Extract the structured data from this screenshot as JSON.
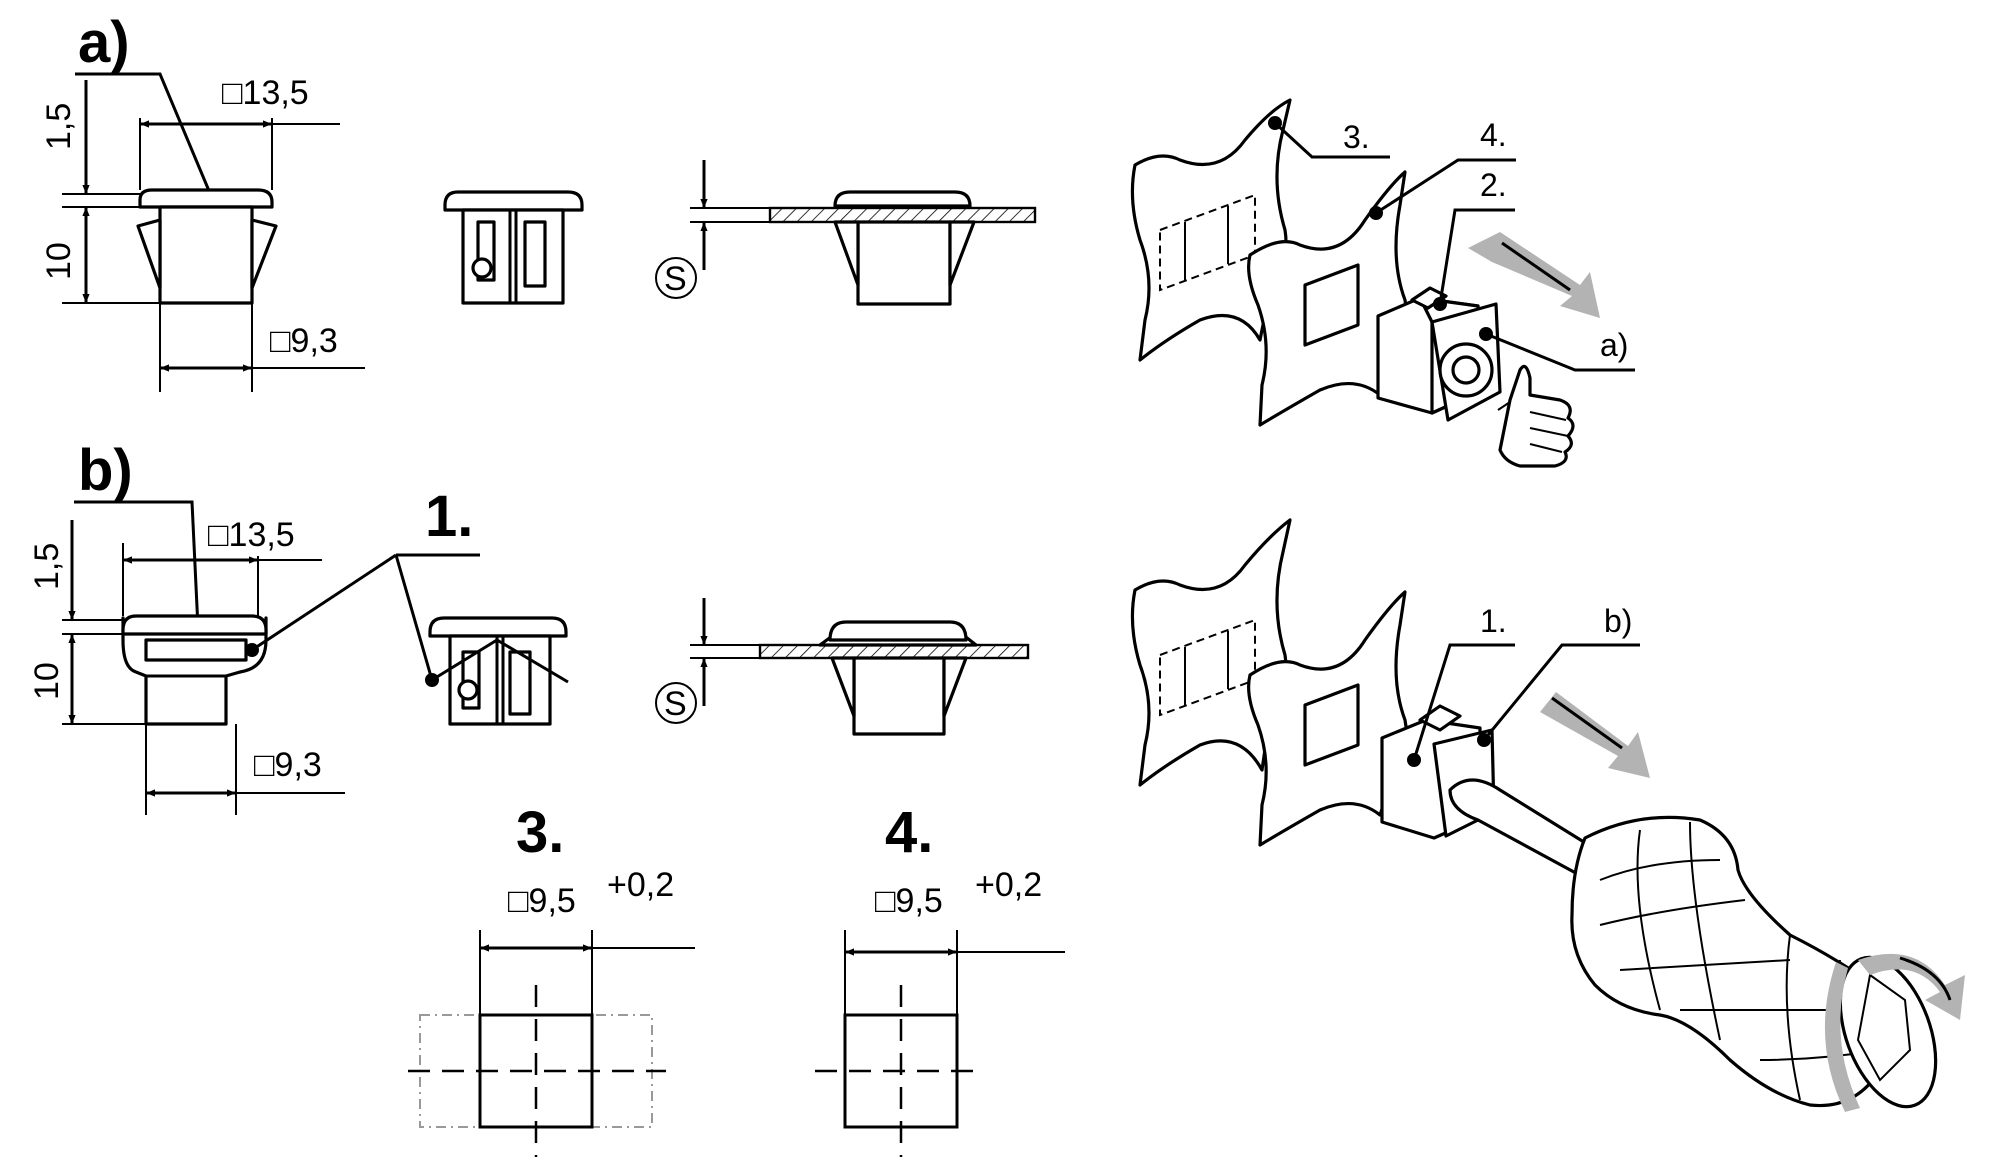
{
  "labels": {
    "a": "a)",
    "b": "b)",
    "one": "1.",
    "three": "3.",
    "four": "4.",
    "s": "S"
  },
  "dimensions": {
    "cap_thickness": "1,5",
    "body_height": "10",
    "head_size": "□13,5",
    "body_size": "□9,3",
    "hole_size": "□9,5",
    "tolerance": "+0,2"
  },
  "callouts": {
    "three": "3.",
    "four": "4.",
    "two": "2.",
    "a": "a)",
    "one": "1.",
    "b": "b)"
  }
}
